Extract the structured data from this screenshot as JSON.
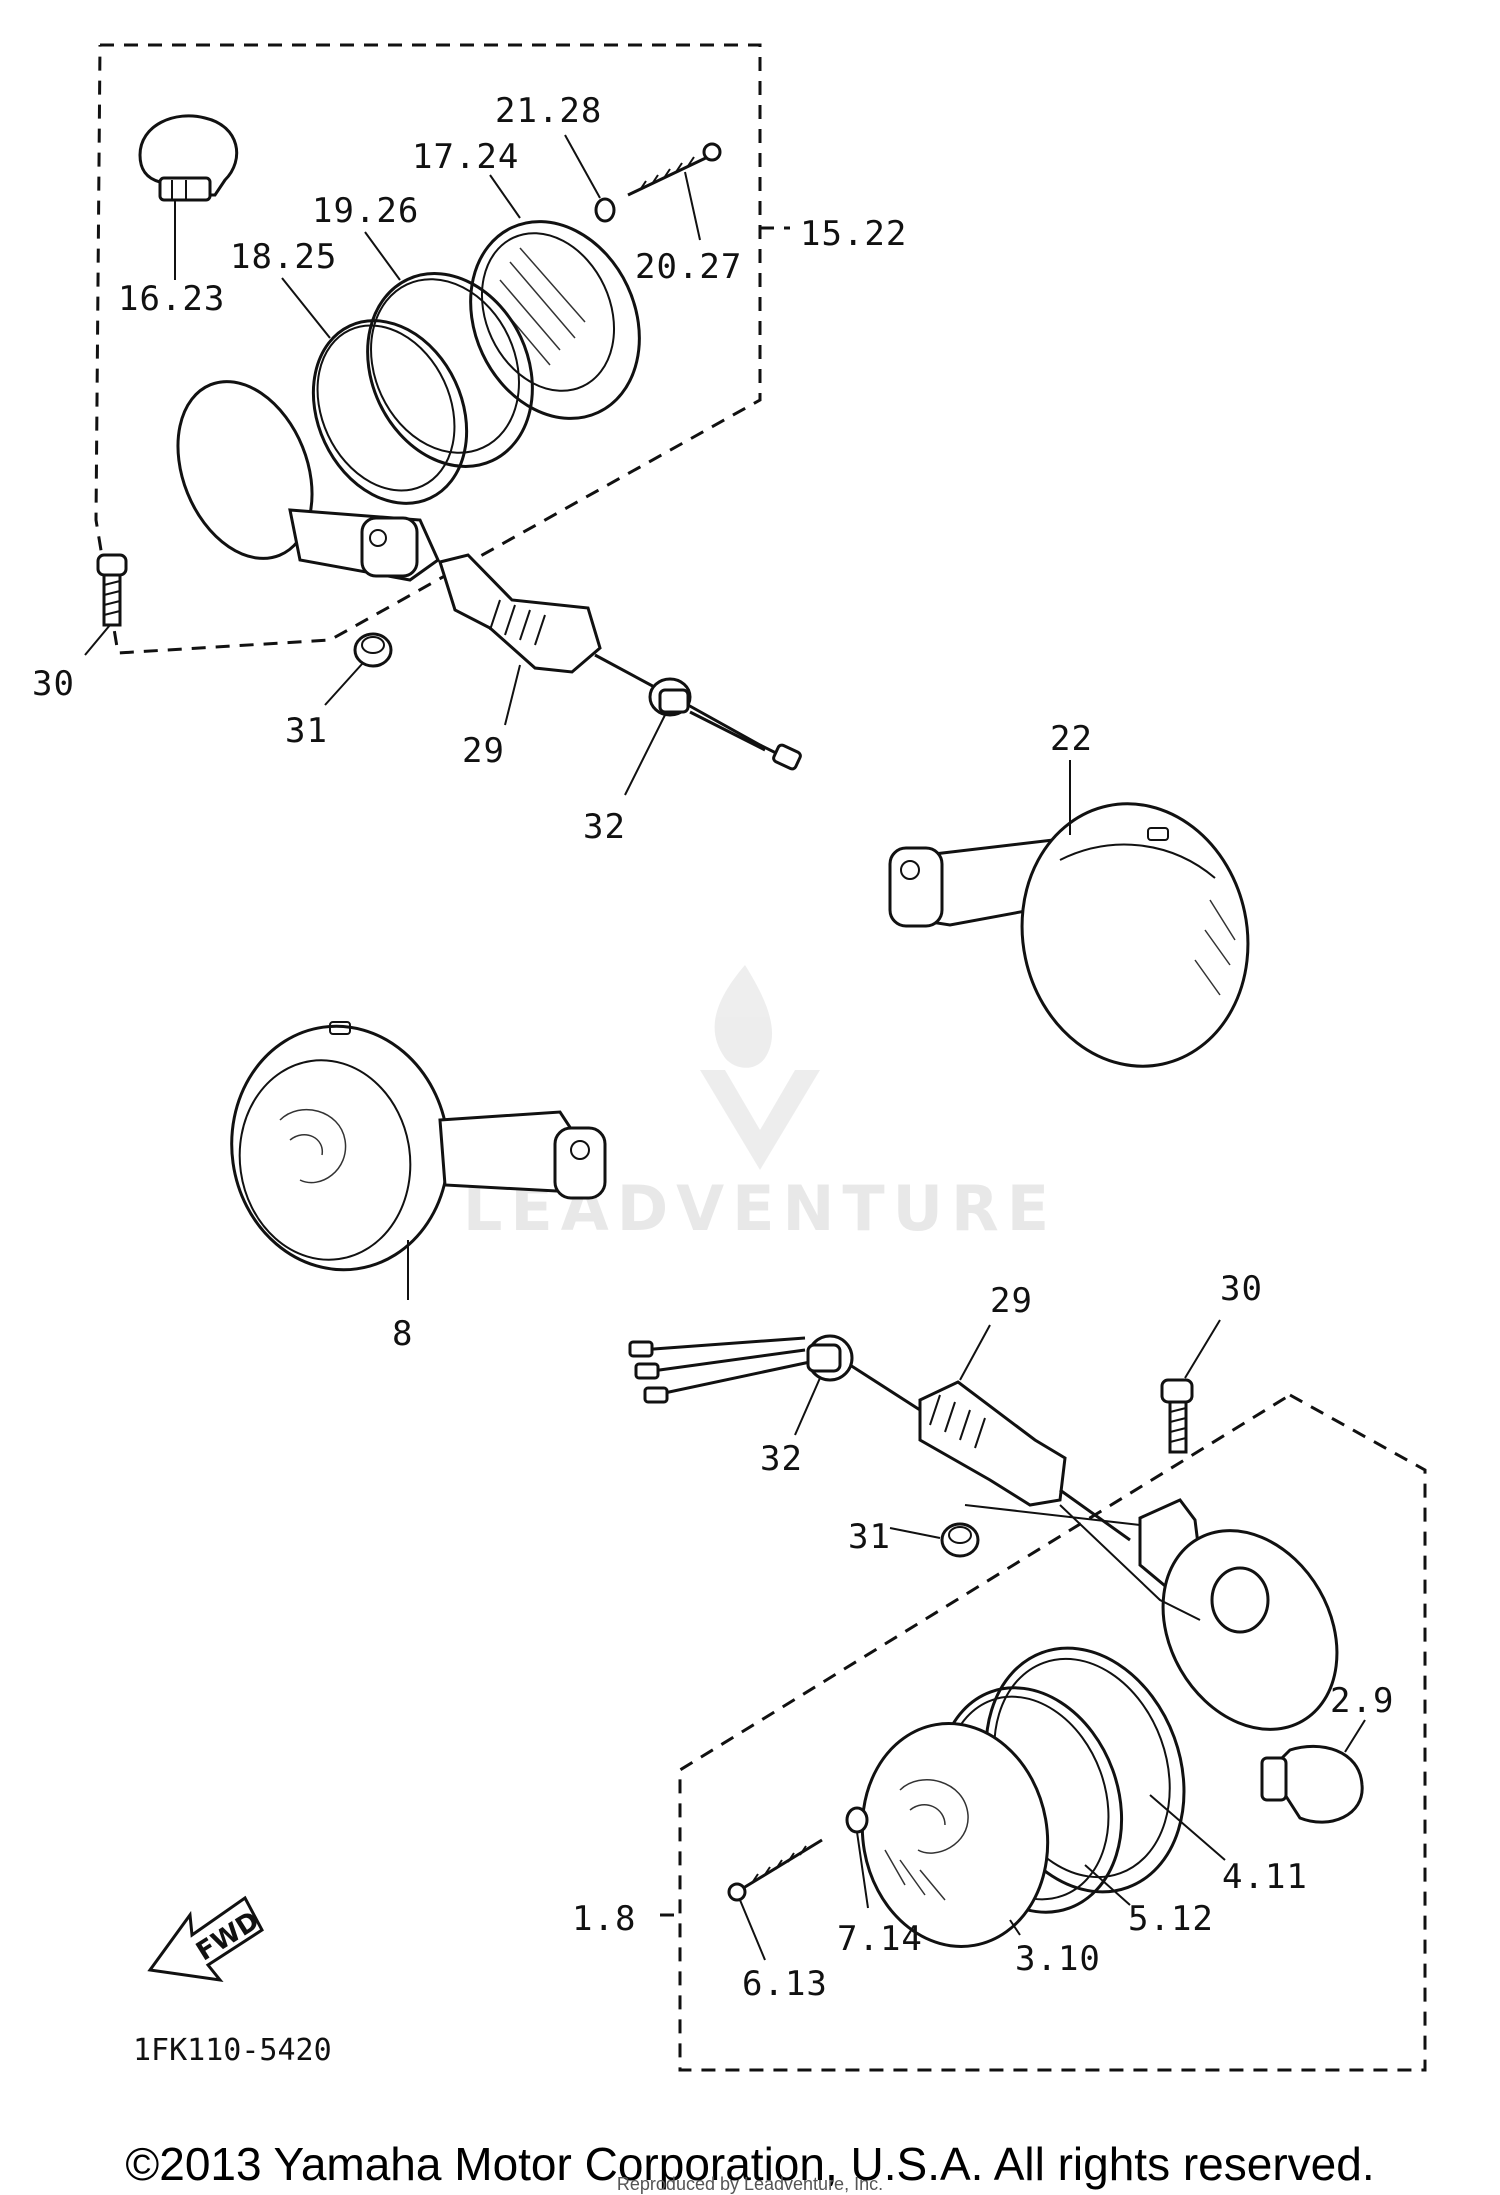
{
  "diagram": {
    "callouts": [
      {
        "id": "c-21-28",
        "text": "21.28"
      },
      {
        "id": "c-17-24",
        "text": "17.24"
      },
      {
        "id": "c-19-26",
        "text": "19.26"
      },
      {
        "id": "c-15-22",
        "text": "15.22"
      },
      {
        "id": "c-18-25",
        "text": "18.25"
      },
      {
        "id": "c-20-27",
        "text": "20.27"
      },
      {
        "id": "c-16-23",
        "text": "16.23"
      },
      {
        "id": "c-30a",
        "text": "30"
      },
      {
        "id": "c-31a",
        "text": "31"
      },
      {
        "id": "c-29a",
        "text": "29"
      },
      {
        "id": "c-32a",
        "text": "32"
      },
      {
        "id": "c-22",
        "text": "22"
      },
      {
        "id": "c-8",
        "text": "8"
      },
      {
        "id": "c-29b",
        "text": "29"
      },
      {
        "id": "c-30b",
        "text": "30"
      },
      {
        "id": "c-32b",
        "text": "32"
      },
      {
        "id": "c-31b",
        "text": "31"
      },
      {
        "id": "c-2-9",
        "text": "2.9"
      },
      {
        "id": "c-4-11",
        "text": "4.11"
      },
      {
        "id": "c-5-12",
        "text": "5.12"
      },
      {
        "id": "c-1-8",
        "text": "1.8"
      },
      {
        "id": "c-7-14",
        "text": "7.14"
      },
      {
        "id": "c-3-10",
        "text": "3.10"
      },
      {
        "id": "c-6-13",
        "text": "6.13"
      }
    ],
    "direction_label": "FWD",
    "figure_code": "1FK110-5420",
    "watermark_text": "LEADVENTURE"
  },
  "footer": {
    "copyright": "©2013 Yamaha Motor Corporation, U.S.A. All rights reserved.",
    "reproduced_note": "Reproduced by Leadventure, Inc."
  }
}
